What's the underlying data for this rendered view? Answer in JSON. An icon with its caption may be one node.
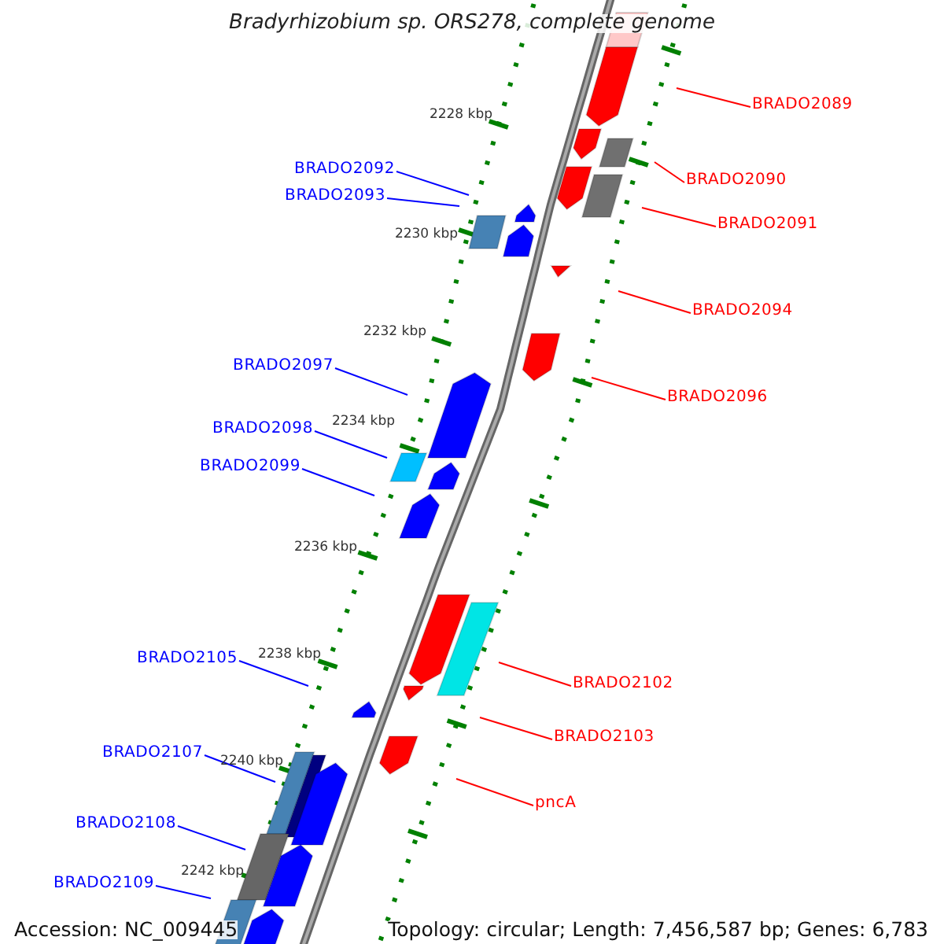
{
  "diagram": {
    "title": "Bradyrhizobium sp. ORS278, complete genome",
    "nodes": [
      {
        "text": [
          "BRADO2089"
        ]
      },
      {
        "text": [
          "BRADO2092"
        ]
      },
      {
        "text": [
          "BRADO2090"
        ]
      },
      {
        "text": [
          "BRADO2093"
        ]
      },
      {
        "text": [
          "BRADO2091"
        ]
      },
      {
        "text": [
          "BRADO2094"
        ]
      },
      {
        "text": [
          "BRADO2097"
        ]
      },
      {
        "text": [
          "BRADO2096"
        ]
      },
      {
        "text": [
          "BRADO2098"
        ]
      },
      {
        "text": [
          "BRADO2099"
        ]
      },
      {
        "text": [
          "BRADO2105"
        ]
      },
      {
        "text": [
          "BRADO2102"
        ]
      },
      {
        "text": [
          "BRADO2103"
        ]
      },
      {
        "text": [
          "BRADO2107"
        ]
      },
      {
        "text": [
          "pncA"
        ]
      },
      {
        "text": [
          "BRADO2108"
        ]
      },
      {
        "text": [
          "BRADO2109"
        ]
      }
    ],
    "edges": [
      {
        "from": 0,
        "to": null,
        "arrow": "none",
        "color": "#ff0000"
      },
      {
        "from": 1,
        "to": null,
        "arrow": "none"
      },
      {
        "from": 2,
        "to": null,
        "arrow": "none",
        "color": "#ff0000"
      },
      {
        "from": 3,
        "to": null,
        "arrow": "none"
      },
      {
        "from": 4,
        "to": null,
        "arrow": "none",
        "color": "#ff0000"
      },
      {
        "from": 5,
        "to": null,
        "arrow": "none",
        "color": "#ff0000"
      },
      {
        "from": 6,
        "to": null,
        "arrow": "none"
      },
      {
        "from": 7,
        "to": null,
        "arrow": "none",
        "color": "#ff0000"
      },
      {
        "from": 8,
        "to": null,
        "arrow": "none"
      },
      {
        "from": 9,
        "to": null,
        "arrow": "none"
      },
      {
        "from": 10,
        "to": null,
        "arrow": "none"
      },
      {
        "from": 11,
        "to": null,
        "arrow": "none",
        "color": "#ff0000"
      },
      {
        "from": 12,
        "to": null,
        "arrow": "none",
        "color": "#ff0000"
      },
      {
        "from": 13,
        "to": null,
        "arrow": "none"
      },
      {
        "from": 14,
        "to": null,
        "arrow": "none",
        "color": "#ff0000"
      },
      {
        "from": 15,
        "to": null,
        "arrow": "none"
      },
      {
        "from": 16,
        "to": null,
        "arrow": "none"
      }
    ],
    "labels": [
      "2228 kbp",
      "2230 kbp",
      "2232 kbp",
      "2234 kbp",
      "2236 kbp",
      "2238 kbp",
      "2240 kbp",
      "2242 kbp",
      "Accession: NC_009445",
      "Topology: circular; Length: 7,456,587 bp; Genes: 6,783"
    ]
  }
}
